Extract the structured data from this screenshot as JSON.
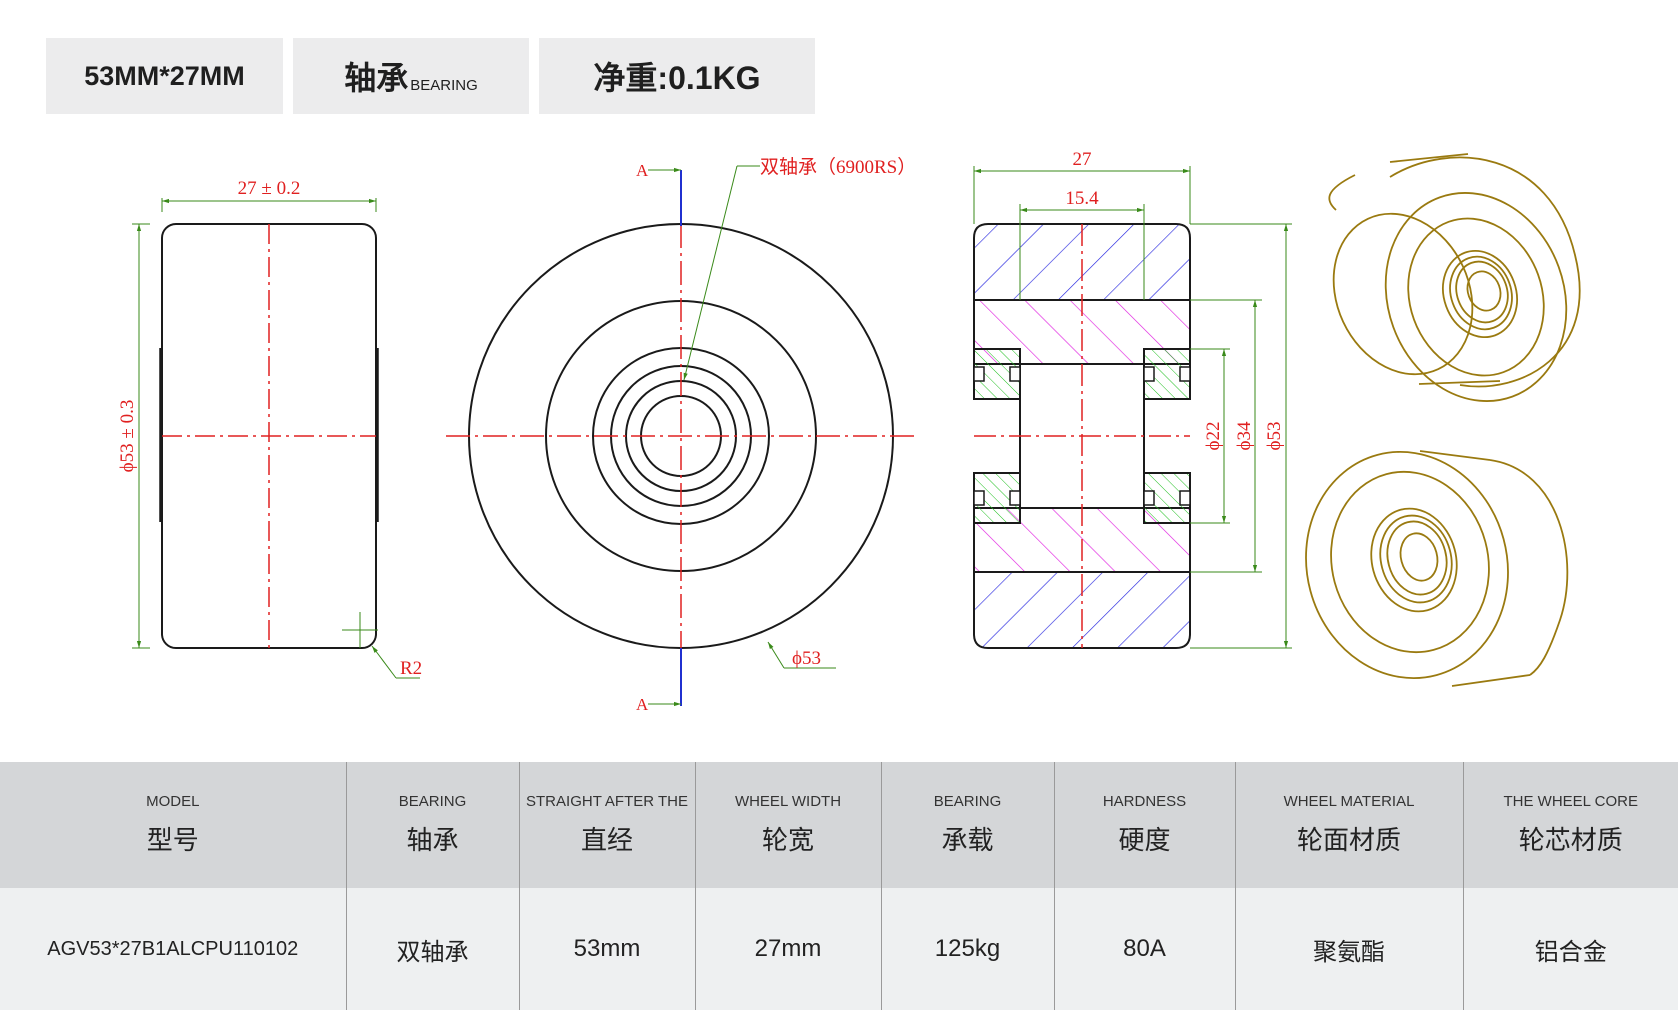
{
  "header": {
    "size_tag": "53MM*27MM",
    "bearing_tag_main": "轴承",
    "bearing_tag_sub": "BEARING",
    "weight_tag": "净重:0.1KG"
  },
  "drawing": {
    "side_width_dim": "27 ± 0.2",
    "side_diameter_dim": "ϕ53 ± 0.3",
    "corner_radius": "R2",
    "section_mark_top": "A",
    "section_mark_bottom": "A",
    "bearing_callout": "双轴承（6900RS）",
    "front_diameter": "ϕ53",
    "section_width": "27",
    "section_inner_width": "15.4",
    "section_dia_22": "ϕ22",
    "section_dia_34": "ϕ34",
    "section_dia_53": "ϕ53",
    "colors": {
      "outline": "#1a1a1a",
      "dimension": "#3a8a1a",
      "centerline": "#e02020",
      "section_line": "#2030d0",
      "hatch_tire": "#2a2ae0",
      "hatch_core": "#e020e0",
      "hatch_bearing": "#20c020",
      "iso_wheel": "#9a7a10"
    }
  },
  "table": {
    "headers": [
      {
        "en": "MODEL",
        "zh": "型号"
      },
      {
        "en": "BEARING",
        "zh": "轴承"
      },
      {
        "en": "STRAIGHT AFTER THE",
        "zh": "直经"
      },
      {
        "en": "WHEEL WIDTH",
        "zh": "轮宽"
      },
      {
        "en": "BEARING",
        "zh": "承载"
      },
      {
        "en": "HARDNESS",
        "zh": "硬度"
      },
      {
        "en": "WHEEL MATERIAL",
        "zh": "轮面材质"
      },
      {
        "en": "THE WHEEL CORE",
        "zh": "轮芯材质"
      }
    ],
    "values": [
      "AGV53*27B1ALCPU110102",
      "双轴承",
      "53mm",
      "27mm",
      "125kg",
      "80A",
      "聚氨酯",
      "铝合金"
    ]
  }
}
